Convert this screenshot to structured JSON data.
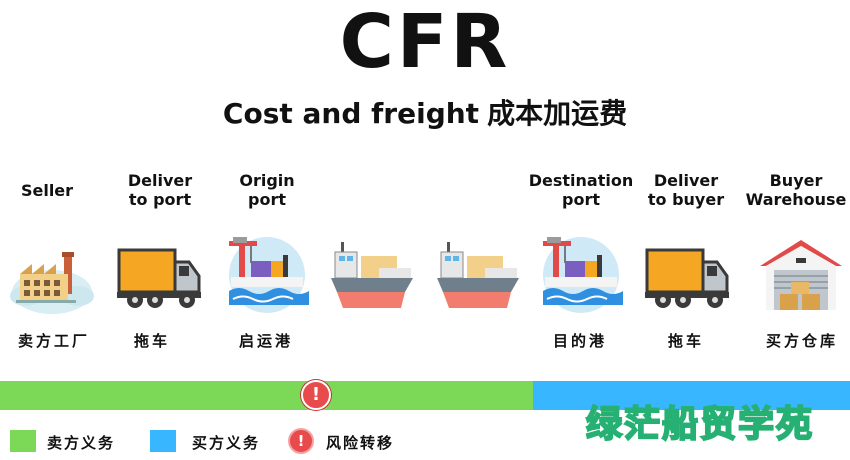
{
  "title": "CFR",
  "subtitle": {
    "en": "Cost and freight",
    "cn": "成本加运费"
  },
  "stages": [
    {
      "label": "Seller",
      "cn": "卖方工厂",
      "icon": "factory-icon"
    },
    {
      "label": "Deliver\nto port",
      "cn": "拖车",
      "icon": "truck-icon"
    },
    {
      "label": "Origin\nport",
      "cn": "启运港",
      "icon": "port-crane-icon"
    },
    {
      "label": "",
      "cn": "",
      "icon": "cargo-ship-icon"
    },
    {
      "label": "",
      "cn": "",
      "icon": "cargo-ship-icon"
    },
    {
      "label": "Destination\nport",
      "cn": "目的港",
      "icon": "port-crane-icon"
    },
    {
      "label": "Deliver\nto buyer",
      "cn": "拖车",
      "icon": "truck-icon"
    },
    {
      "label": "Buyer\nWarehouse",
      "cn": "买方仓库",
      "icon": "warehouse-icon"
    }
  ],
  "risk_transfer_mark": "!",
  "legend": {
    "seller": "卖方义务",
    "buyer": "买方义务",
    "risk": "风险转移"
  },
  "watermark": "绿茫船贸学苑",
  "colors": {
    "seller_obligation": "#7cd957",
    "buyer_obligation": "#38b6ff",
    "risk": "#e84b4b"
  }
}
